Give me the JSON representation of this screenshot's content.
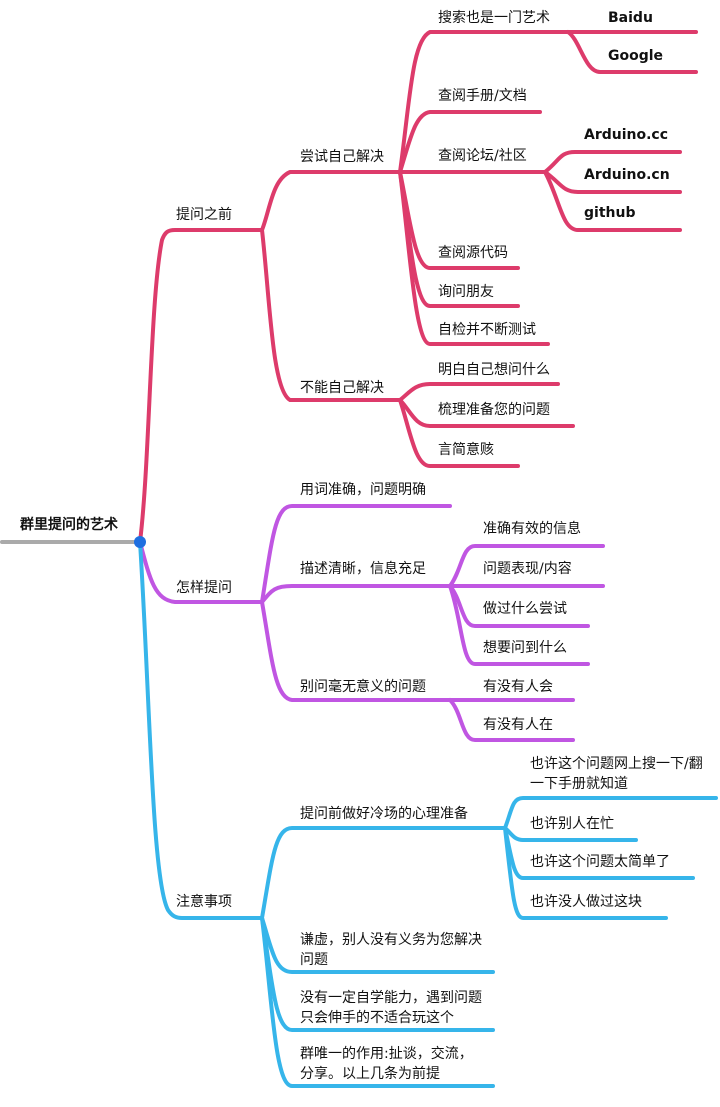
{
  "colors": {
    "red": "#dd3b6b",
    "purple": "#c056e2",
    "blue": "#36b5ea",
    "root_line": "#aaaaaa",
    "root_dot": "#1e6fe0"
  },
  "root": "群里提问的艺术",
  "before": {
    "title": "提问之前",
    "try_self": {
      "title": "尝试自己解决",
      "search": {
        "label": "搜索也是一门艺术",
        "children": [
          "Baidu",
          "Google"
        ]
      },
      "manual": "查阅手册/文档",
      "forum": {
        "label": "查阅论坛/社区",
        "children": [
          "Arduino.cc",
          "Arduino.cn",
          "github"
        ]
      },
      "source": "查阅源代码",
      "friends": "询问朋友",
      "selfcheck": "自检并不断测试"
    },
    "cannot": {
      "title": "不能自己解决",
      "items": [
        "明白自己想问什么",
        "梳理准备您的问题",
        "言简意赅"
      ]
    }
  },
  "how": {
    "title": "怎样提问",
    "precise": "用词准确，问题明确",
    "describe": {
      "label": "描述清晰，信息充足",
      "items": [
        "准确有效的信息",
        "问题表现/内容",
        "做过什么尝试",
        "想要问到什么"
      ]
    },
    "avoid": {
      "label": "别问毫无意义的问题",
      "items": [
        "有没有人会",
        "有没有人在"
      ]
    }
  },
  "notes": {
    "title": "注意事项",
    "cold": {
      "label": "提问前做好冷场的心理准备",
      "items": [
        "也许这个问题网上搜一下/翻一下手册就知道",
        "也许别人在忙",
        "也许这个问题太简单了",
        "也许没人做过这块"
      ]
    },
    "humble": "谦虚，别人没有义务为您解决问题",
    "selflearn": "没有一定自学能力，遇到问题只会伸手的不适合玩这个",
    "purpose": "群唯一的作用:扯谈，交流，分享。以上几条为前提"
  }
}
